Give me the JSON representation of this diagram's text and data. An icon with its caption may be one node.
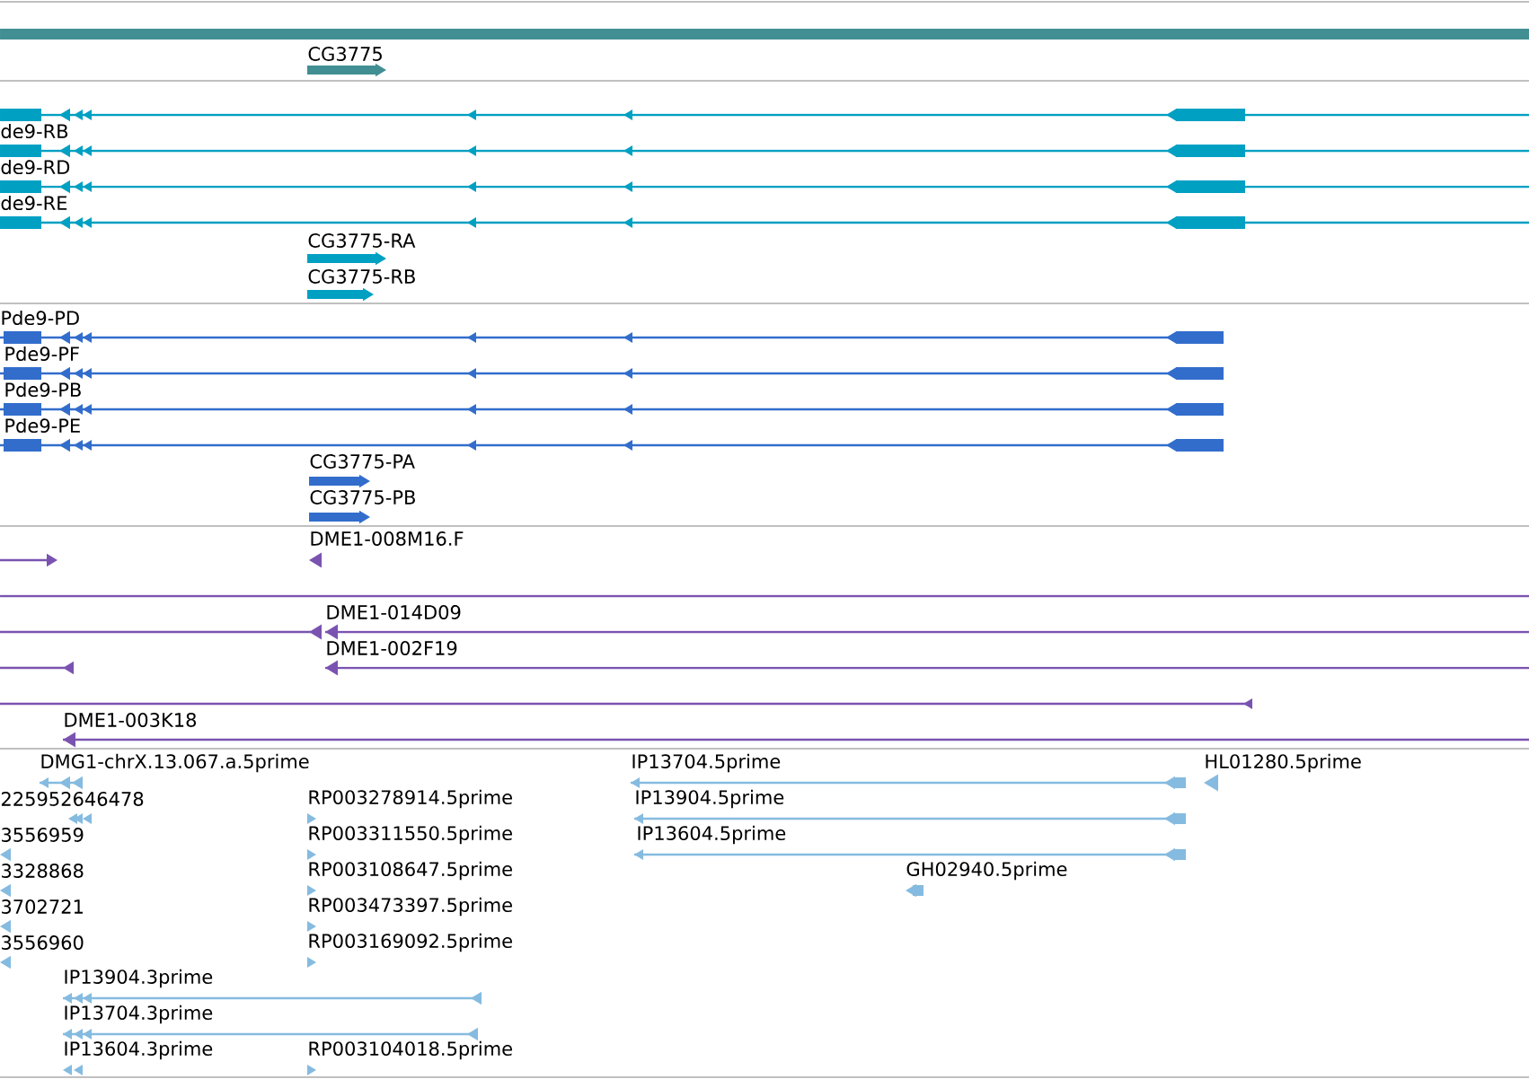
{
  "diagram": {
    "labels": [
      "CG3775",
      "de9-RB",
      "de9-RD",
      "de9-RE",
      "CG3775-RA",
      "CG3775-RB",
      "Pde9-PD",
      "Pde9-PF",
      "Pde9-PB",
      "Pde9-PE",
      "CG3775-PA",
      "CG3775-PB",
      "DME1-008M16.F",
      "DME1-014D09",
      "DME1-002F19",
      "DME1-003K18",
      "DMG1-chrX.13.067.a.5prime",
      "IP13704.5prime",
      "HL01280.5prime",
      "225952646478",
      "RP003278914.5prime",
      "IP13904.5prime",
      "3556959",
      "RP003311550.5prime",
      "IP13604.5prime",
      "3328868",
      "RP003108647.5prime",
      "GH02940.5prime",
      "3702721",
      "RP003473397.5prime",
      "3556960",
      "RP003169092.5prime",
      "IP13904.3prime",
      "IP13704.3prime",
      "IP13604.3prime",
      "RP003104018.5prime"
    ]
  }
}
